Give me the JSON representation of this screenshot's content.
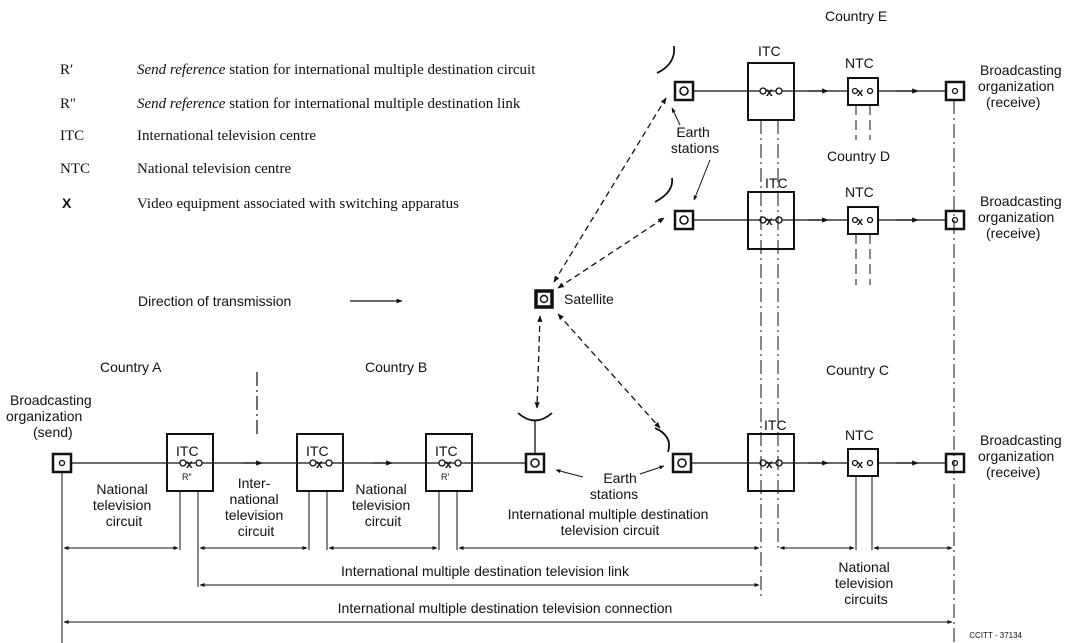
{
  "legend": [
    {
      "symbol": "R′",
      "text_italic": "Send reference",
      "text_rest": " station for international multiple destination circuit"
    },
    {
      "symbol": "R″",
      "text_italic": "Send reference",
      "text_rest": " station for international multiple destination link"
    },
    {
      "symbol": "ITC",
      "text_italic": "",
      "text_rest": "International television centre"
    },
    {
      "symbol": "NTC",
      "text_italic": "",
      "text_rest": "National television centre"
    },
    {
      "symbol": "X",
      "text_italic": "",
      "text_rest": "Video equipment associated with switching apparatus"
    }
  ],
  "direction": {
    "label": "Direction of transmission"
  },
  "satellite": {
    "label": "Satellite"
  },
  "countries": {
    "a": "Country A",
    "b": "Country B",
    "c": "Country C",
    "d": "Country D",
    "e": "Country E"
  },
  "boxes": {
    "itc": "ITC",
    "ntc": "NTC"
  },
  "refs": {
    "r2": "R″",
    "r1": "R′"
  },
  "broadcasting": {
    "send": [
      "Broadcasting",
      "organization",
      "(send)"
    ],
    "receive": [
      "Broadcasting",
      "organization",
      "(receive)"
    ]
  },
  "earth_stations": [
    "Earth",
    "stations"
  ],
  "segments": {
    "national_circuit": [
      "National",
      "television",
      "circuit"
    ],
    "international_circuit": [
      "Inter-",
      "national",
      "television",
      "circuit"
    ],
    "imd_circuit": [
      "International multiple destination",
      "television circuit"
    ],
    "imd_link": "International multiple destination television link",
    "imd_connection": "International multiple destination television connection",
    "national_circuits": [
      "National",
      "television",
      "circuits"
    ]
  },
  "footer": {
    "ref": "CCITT - 37134"
  }
}
